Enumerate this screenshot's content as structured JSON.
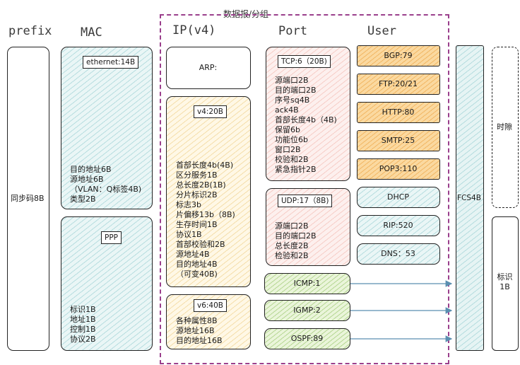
{
  "headers": {
    "prefix": "prefix",
    "mac": "MAC",
    "ip": "IP(v4)",
    "port": "Port",
    "user": "User",
    "packet": "数据报/分组"
  },
  "prefix_box": {
    "label": "同步码8B"
  },
  "ethernet": {
    "tag": "ethernet:14B",
    "lines": [
      "目的地址6B",
      "源地址6B",
      "（VLAN：Q标签4B)",
      "类型2B"
    ]
  },
  "ppp": {
    "tag": "PPP",
    "lines": [
      "标识1B",
      "地址1B",
      "控制1B",
      "协议2B"
    ]
  },
  "arp": {
    "label": "ARP:"
  },
  "ipv4": {
    "tag": "v4:20B",
    "lines": [
      "首部长度4b(4B)",
      "区分服务1B",
      "总长度2B(1B)",
      "分片标识2B",
      "标志3b",
      "片偏移13b（8B)",
      "生存时间1B",
      "协议1B",
      "首部校验和2B",
      "源地址4B",
      "目的地址4B",
      "（可变40B)"
    ]
  },
  "ipv6": {
    "tag": "v6:40B",
    "lines": [
      "各种属性8B",
      "源地址16B",
      "目的地址16B"
    ]
  },
  "tcp": {
    "tag": "TCP:6（20B)",
    "lines": [
      "源端口2B",
      "目的端口2B",
      "序号sq4B",
      "ack4B",
      "首部长度4b（4B)",
      "保留6b",
      "功能位6b",
      "窗口2B",
      "校验和2B",
      "紧急指针2B"
    ]
  },
  "udp": {
    "tag": "UDP:17（8B)",
    "lines": [
      "源端口2B",
      "目的端口2B",
      "总长度2B",
      "检验和2B"
    ]
  },
  "network_protocols": [
    "ICMP:1",
    "IGMP:2",
    "OSPF:89"
  ],
  "tcp_apps": [
    "BGP:79",
    "FTP:20/21",
    "HTTP:80",
    "SMTP:25",
    "POP3:110"
  ],
  "udp_apps": [
    "DHCP",
    "RIP:520",
    "DNS：53"
  ],
  "fcs": {
    "label": "FCS4B"
  },
  "gap": {
    "label": "时隙"
  },
  "flag": {
    "label": "标识\n1B"
  },
  "colors": {
    "dashed_frame": "#9a3f8c",
    "arrow": "#5b8fb0"
  }
}
